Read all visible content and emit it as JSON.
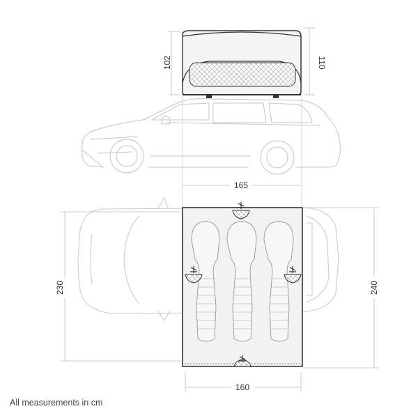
{
  "dimensions": {
    "tent_height_left": "102",
    "tent_height_right": "110",
    "tent_width_side": "165",
    "car_length": "230",
    "tent_length": "240",
    "tent_width_bottom": "160"
  },
  "caption": "All measurements in cm",
  "colors": {
    "line": "#333333",
    "light_line": "#bdbdbd",
    "car_line": "#c8c8c8",
    "tent_floor": "#f2f2f2"
  },
  "icons": [
    "window-vent-icon-top",
    "window-vent-icon-left",
    "window-vent-icon-right",
    "window-vent-icon-bottom"
  ]
}
